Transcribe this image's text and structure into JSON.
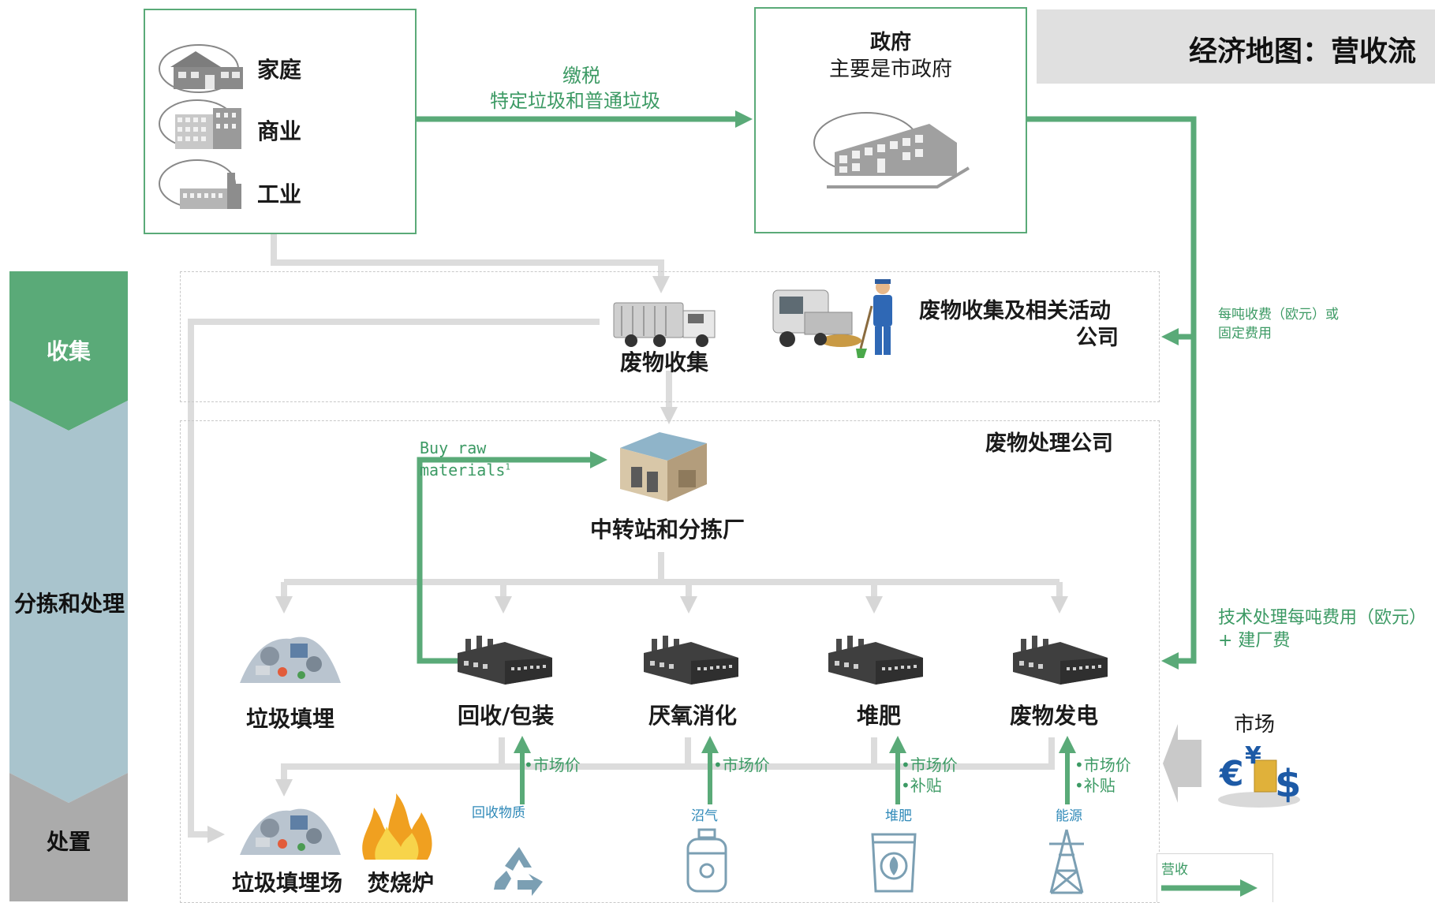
{
  "title": "经济地图：营收流",
  "stages": {
    "collect": "收集",
    "sort": "分拣和处理",
    "dispose": "处置"
  },
  "sources": {
    "household": "家庭",
    "commercial": "商业",
    "industrial": "工业"
  },
  "government": {
    "title": "政府",
    "subtitle": "主要是市政府"
  },
  "tax_flow": {
    "line1": "缴税",
    "line2": "特定垃圾和普通垃圾"
  },
  "fee_per_ton": {
    "line1": "每吨收费（欧元）或",
    "line2": "固定费用"
  },
  "tech_fee": {
    "line1": "技术处理每吨费用（欧元）",
    "line2": "+ 建厂费"
  },
  "collection_company": {
    "line1": "废物收集及相关活动",
    "line2": "公司"
  },
  "waste_collection": "废物收集",
  "treatment_company": "废物处理公司",
  "buy_raw": {
    "line1": "Buy raw",
    "line2": "materials",
    "sup": "1"
  },
  "transfer_station": "中转站和分拣厂",
  "processes": {
    "landfill": "垃圾填埋",
    "recycle": "回收/包装",
    "anaerobic": "厌氧消化",
    "compost": "堆肥",
    "waste_to_energy": "废物发电"
  },
  "market_labels": {
    "recycle": "•市场价",
    "anaerobic": "•市场价",
    "compost1": "•市场价",
    "compost2": "•补贴",
    "energy1": "•市场价",
    "energy2": "•补贴"
  },
  "products": {
    "recycled": "回收物质",
    "biogas": "沼气",
    "compost": "堆肥",
    "energy": "能源"
  },
  "disposal": {
    "landfill_site": "垃圾填埋场",
    "incinerator": "焚烧炉"
  },
  "market": "市场",
  "legend": {
    "revenue": "营收"
  },
  "colors": {
    "green": "#5aaa78",
    "grey_flow": "#dcdcdc",
    "blue_text": "#2f89b8",
    "stage_green": "#5aaa78",
    "stage_blue": "#a9c4cd",
    "stage_grey": "#ababab",
    "title_bg": "#e0e0e0"
  },
  "icons": {
    "house": "house-icon",
    "office": "office-building-icon",
    "factory": "factory-icon",
    "government": "government-building-icon",
    "truck": "garbage-truck-icon",
    "sweeper": "street-sweeper-icon",
    "worker": "worker-icon",
    "station": "transfer-station-icon",
    "plant": "plant-factory-icon",
    "landfill": "landfill-heap-icon",
    "fire": "fire-icon",
    "recycle": "recycle-icon",
    "gas": "gas-cylinder-icon",
    "compost_bag": "compost-bag-icon",
    "tower": "power-tower-icon",
    "money": "currency-icon"
  }
}
